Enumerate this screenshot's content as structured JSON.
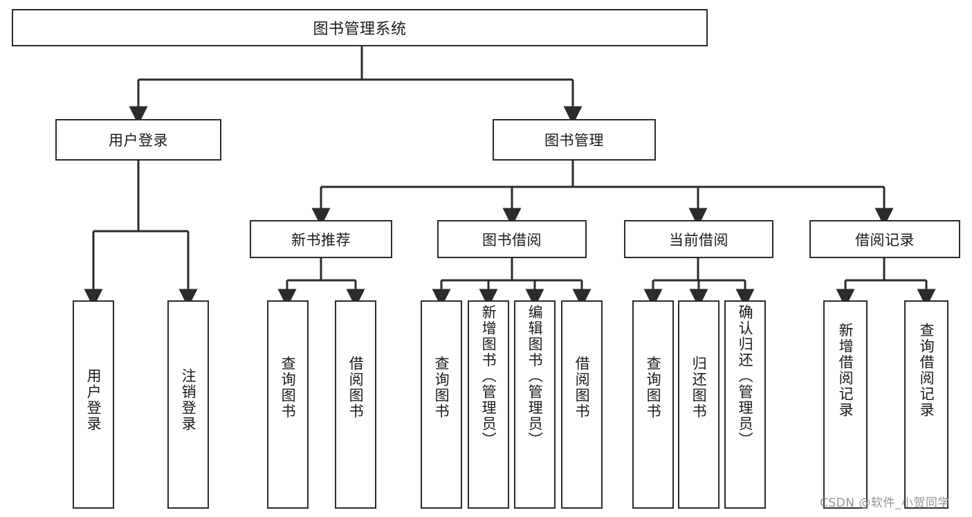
{
  "diagram": {
    "title": "图书管理系统",
    "type": "tree",
    "watermark": "CSDN @软件_小贺同学",
    "colors": {
      "stroke": "#2b2b2b",
      "box_fill": "#ffffff",
      "text": "#1a1a1a",
      "watermark": "#8d8d8d",
      "background": "#ffffff"
    },
    "nodes": {
      "root": {
        "label": "图书管理系统"
      },
      "level2": [
        {
          "label": "用户登录"
        },
        {
          "label": "图书管理"
        }
      ],
      "level3": [
        {
          "label": "新书推荐"
        },
        {
          "label": "图书借阅"
        },
        {
          "label": "当前借阅"
        },
        {
          "label": "借阅记录"
        }
      ],
      "leaves": {
        "user_login": [
          {
            "label": "用户登录"
          },
          {
            "label": "注销登录"
          }
        ],
        "new_book_recommend": [
          {
            "label": "查询图书"
          },
          {
            "label": "借阅图书"
          }
        ],
        "book_borrow": [
          {
            "label": "查询图书"
          },
          {
            "label": "新增图书（管理员）"
          },
          {
            "label": "编辑图书（管理员）"
          },
          {
            "label": "借阅图书"
          }
        ],
        "current_borrow": [
          {
            "label": "查询图书"
          },
          {
            "label": "归还图书"
          },
          {
            "label": "确认归还（管理员）"
          }
        ],
        "borrow_record": [
          {
            "label": "新增借阅记录"
          },
          {
            "label": "查询借阅记录"
          }
        ]
      }
    }
  }
}
